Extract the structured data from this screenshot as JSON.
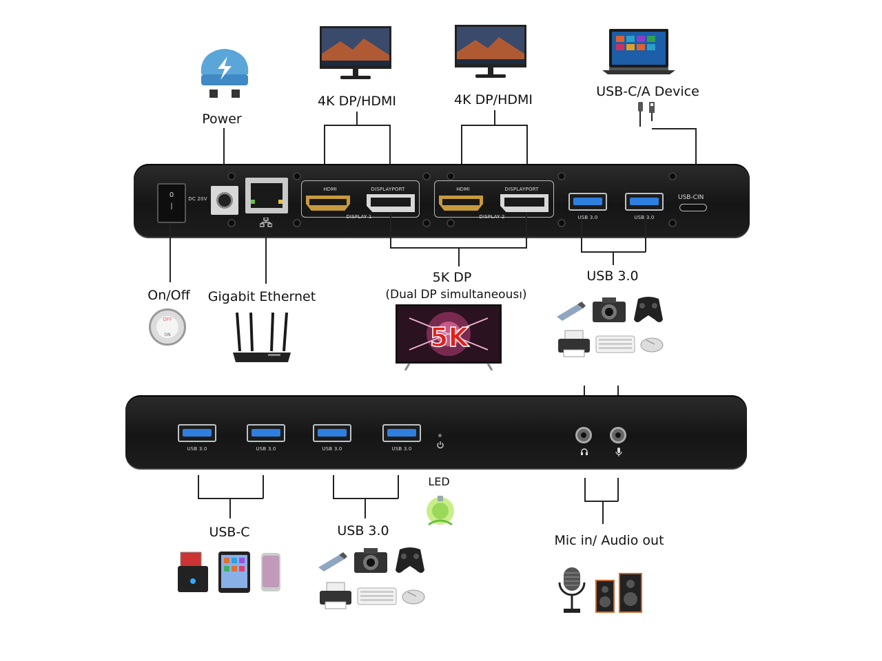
{
  "labels": {
    "power": "Power",
    "display1_top": "4K DP/HDMI",
    "display2_top": "4K DP/HDMI",
    "usb_device": "USB-C/A Device",
    "onoff": "On/Off",
    "ethernet": "Gigabit Ethernet",
    "dp5k_title": "5K DP",
    "dp5k_sub": "(Dual DP simultaneousı)",
    "usb30_right": "USB 3.0",
    "usbc_bottom": "USB-C",
    "usb30_bottom": "USB 3.0",
    "led": "LED",
    "audio": "Mic in/ Audio out"
  },
  "rear_panel": {
    "switch_on": "0",
    "switch_off": "|",
    "dc": "DC 20V",
    "hdmi1": "HDMI",
    "dp1": "DISPLAYPORT",
    "display1": "DISPLAY 1",
    "hdmi2": "HDMI",
    "dp2": "DISPLAYPORT",
    "display2": "DISPLAY 2",
    "usb_a": "USB 3.0",
    "usb_b": "USB 3.0",
    "usbcin": "USB-CIN"
  },
  "front_panel": {
    "ports": [
      "USB 3.0",
      "USB 3.0",
      "USB 3.0",
      "USB 3.0"
    ]
  },
  "badges": {
    "off": "OFF",
    "on": "ON",
    "five_k": "5K"
  },
  "colors": {
    "usb_blue": "#2f7fe0",
    "power_blue": "#5aa6d9",
    "led_green": "#8fd44a",
    "five_k_red": "#e0201a"
  }
}
